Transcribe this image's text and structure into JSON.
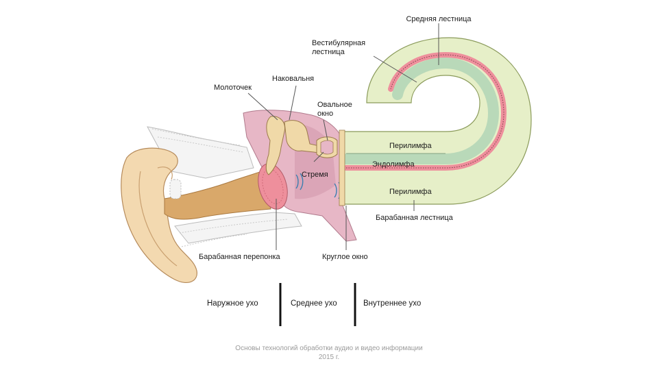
{
  "labels": {
    "middle_scala": "Средняя лестница",
    "vestibular_line1": "Вестибулярная",
    "vestibular_line2": "лестница",
    "incus": "Наковальня",
    "malleus": "Молоточек",
    "oval_line1": "Овальное",
    "oval_line2": "окно",
    "perilymph_top": "Перилимфа",
    "endolymph": "Эндолимфа",
    "stapes": "Стремя",
    "perilymph_bottom": "Перилимфа",
    "tympanic_scala": "Барабанная лестница",
    "eardrum": "Барабанная перепонка",
    "round_window": "Круглое окно"
  },
  "sections": {
    "outer": "Наружное ухо",
    "middle": "Среднее ухо",
    "inner": "Внутреннее ухо"
  },
  "footer": {
    "line1": "Основы технологий обработки аудио и видео информации",
    "line2": "2015 г."
  },
  "colors": {
    "skin": "#f3d9b0",
    "canal": "#d9a86a",
    "middle_ear": "#e7b7c6",
    "perilymph": "#e6efc8",
    "endolymph": "#b9d9b9",
    "basilar": "#ee8f9c",
    "bone": "#ecbf7c"
  }
}
